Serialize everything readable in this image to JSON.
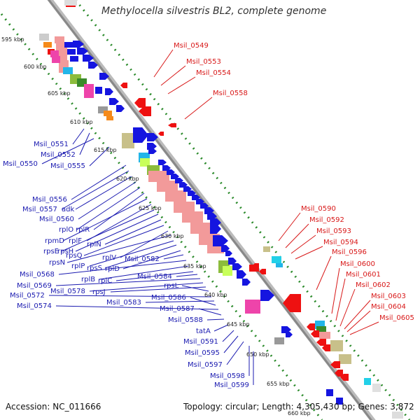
{
  "title": "Methylocella silvestris BL2, complete genome",
  "footer": {
    "accession": "Accession: NC_011666",
    "summary": "Topology: circular; Length: 4,305,430 bp; Genes: 3,872"
  },
  "colors": {
    "backbone": "#888888",
    "ticks": "#2a8a2a",
    "forward_label": "#1a1ab0",
    "reverse_label": "#d81818",
    "forward_gene": "#1515e0",
    "reverse_gene": "#ee1111",
    "rrna_block": "#f29a9a"
  },
  "scale_labels": [
    "595 kbp",
    "600 kbp",
    "605 kbp",
    "610 kbp",
    "615 kbp",
    "620 kbp",
    "625 kbp",
    "630 kbp",
    "635 kbp",
    "640 kbp",
    "645 kbp",
    "650 kbp",
    "655 kbp",
    "660 kbp"
  ],
  "blue_labels": [
    "Msil_0551",
    "Msil_0552",
    "Msil_0550",
    "Msil_0555",
    "Msil_0556",
    "Msil_0557",
    "adk",
    "Msil_0560",
    "rplO",
    "rplR",
    "rpmD",
    "rplF",
    "rpsE",
    "rpsH",
    "rplN",
    "rpsQ",
    "rplV",
    "rpsN",
    "rplP",
    "rpsS",
    "rplD",
    "Msil_0582",
    "Msil_0568",
    "rplB",
    "rplC",
    "Msil_0584",
    "Msil_0569",
    "Msil_0578",
    "rpsJ",
    "rpsL",
    "Msil_0572",
    "Msil_0583",
    "Msil_0586",
    "Msil_0574",
    "Msil_0587",
    "Msil_0588",
    "tatA",
    "Msil_0591",
    "Msil_0595",
    "Msil_0597",
    "Msil_0598",
    "Msil_0599"
  ],
  "red_labels": [
    "Msil_0549",
    "Msil_0553",
    "Msil_0554",
    "Msil_0558",
    "Msil_0590",
    "Msil_0592",
    "Msil_0593",
    "Msil_0594",
    "Msil_0596",
    "Msil_0600",
    "Msil_0601",
    "Msil_0602",
    "Msil_0603",
    "Msil_0604",
    "Msil_0605"
  ]
}
